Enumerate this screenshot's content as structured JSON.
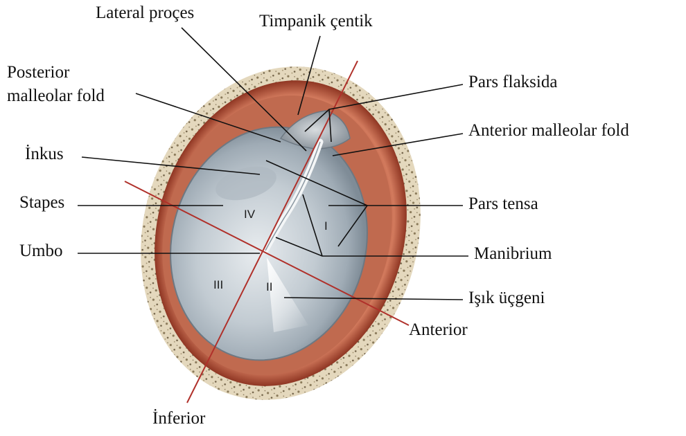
{
  "labels": {
    "lateral_proces": "Lateral proçes",
    "timpanik_centik": "Timpanik çentik",
    "posterior_fold_line1": "Posterior",
    "posterior_fold_line2": "malleolar fold",
    "pars_flaksida": "Pars flaksida",
    "anterior_fold": "Anterior malleolar fold",
    "inkus": "İnkus",
    "stapes": "Stapes",
    "pars_tensa": "Pars tensa",
    "umbo": "Umbo",
    "manibrium": "Manibrium",
    "isik_ucgeni": "Işık üçgeni",
    "anterior": "Anterior",
    "inferior": "İnferior"
  },
  "quadrants": {
    "q1": "I",
    "q2": "II",
    "q3": "III",
    "q4": "IV"
  },
  "colors": {
    "bone": "#e2d6bb",
    "annulus": "#b9573f",
    "membrane": "#c9d1d8",
    "axis_line": "#b0302a",
    "leader": "#111111"
  }
}
